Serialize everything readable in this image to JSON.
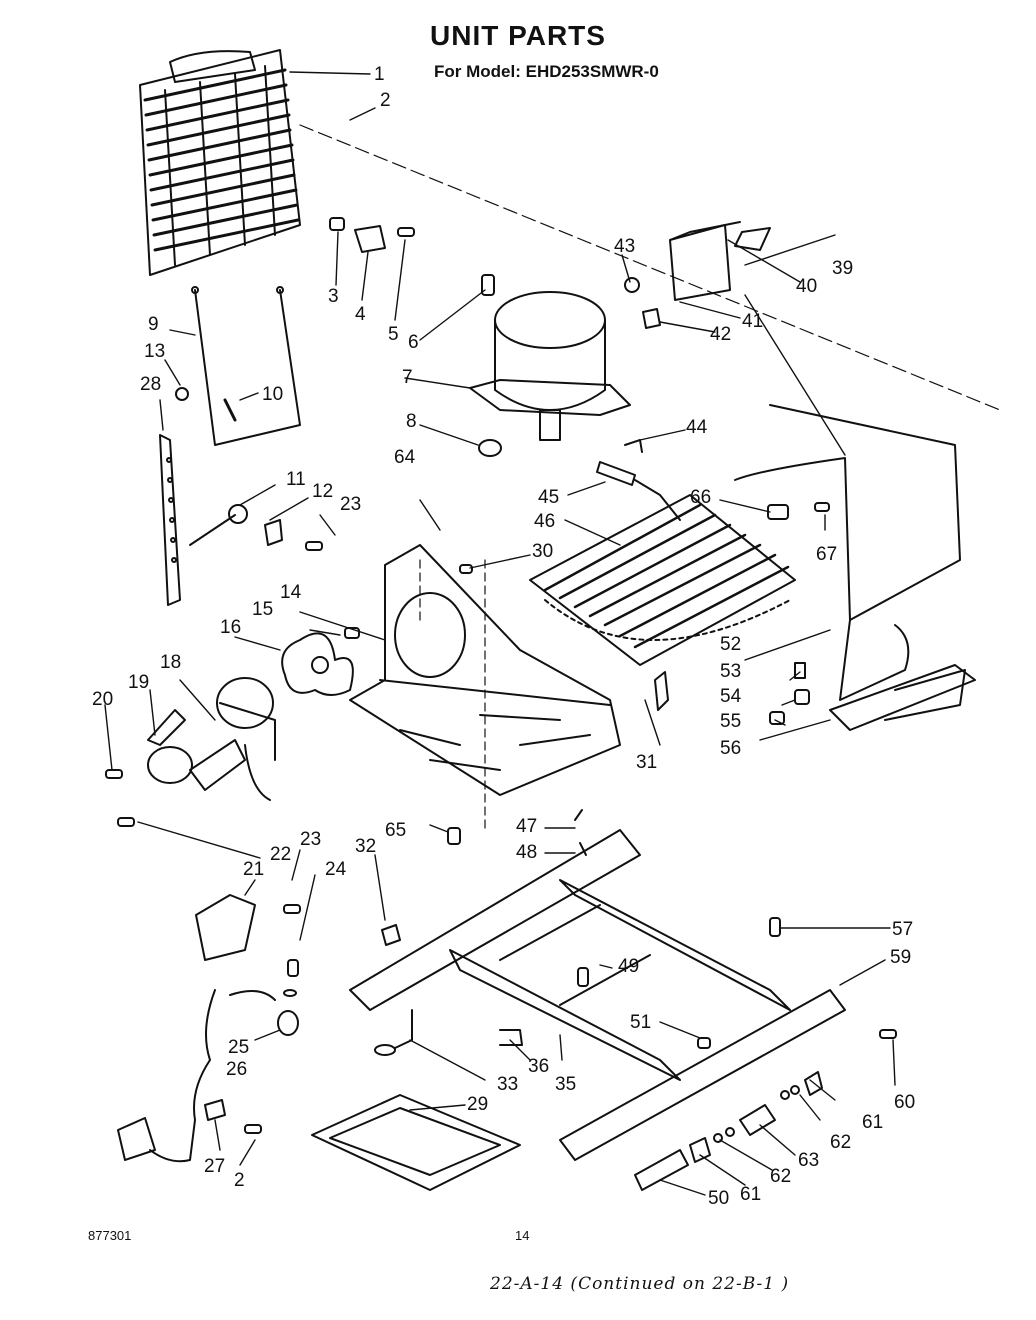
{
  "header": {
    "title": "UNIT PARTS",
    "subtitle": "For Model: EHD253SMWR-0"
  },
  "part_numbers": [
    "1",
    "2",
    "3",
    "4",
    "5",
    "6",
    "7",
    "8",
    "9",
    "10",
    "11",
    "12",
    "13",
    "14",
    "15",
    "16",
    "18",
    "19",
    "20",
    "21",
    "22",
    "23",
    "24",
    "25",
    "26",
    "27",
    "28",
    "29",
    "30",
    "31",
    "32",
    "33",
    "35",
    "36",
    "39",
    "40",
    "41",
    "42",
    "43",
    "44",
    "45",
    "46",
    "47",
    "48",
    "49",
    "50",
    "51",
    "52",
    "53",
    "54",
    "55",
    "56",
    "57",
    "59",
    "60",
    "61",
    "62",
    "63",
    "64",
    "65",
    "66",
    "67"
  ],
  "footer": {
    "doc_number": "877301",
    "page_number": "14",
    "handwritten_note": "22-A-14    (Continued on 22-B-1 )"
  },
  "colors": {
    "ink": "#111111",
    "paper": "#ffffff"
  }
}
